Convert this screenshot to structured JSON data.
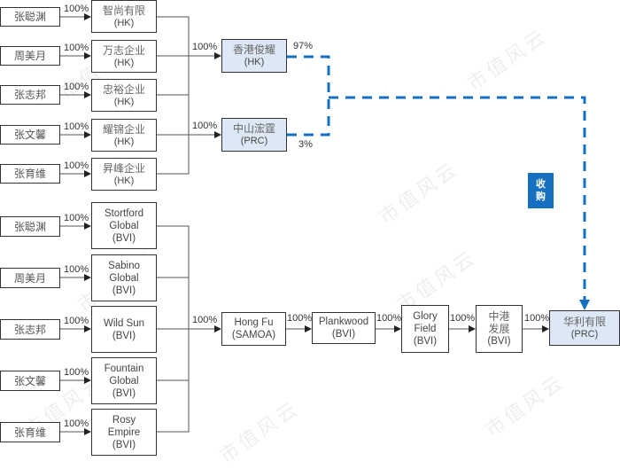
{
  "colors": {
    "line": "#555555",
    "box_border": "#333333",
    "highlight_fill": "#dce8f5",
    "accent": "#1570c0",
    "badge_bg": "#1570c0",
    "badge_text": "#ffffff"
  },
  "upper_section": {
    "persons": [
      "张聪渊",
      "周美月",
      "张志邦",
      "张文馨",
      "张育维"
    ],
    "holdings": [
      {
        "cn": "智尚有限",
        "jur": "(HK)"
      },
      {
        "cn": "万志企业",
        "jur": "(HK)"
      },
      {
        "cn": "忠裕企业",
        "jur": "(HK)"
      },
      {
        "cn": "耀锦企业",
        "jur": "(HK)"
      },
      {
        "cn": "昇峰企业",
        "jur": "(HK)"
      }
    ],
    "person_pct": [
      "100%",
      "100%",
      "100%",
      "100%",
      "100%"
    ],
    "targets": [
      {
        "cn": "香港俊耀",
        "jur": "(HK)",
        "in_pct": "100%",
        "out_pct": "97%"
      },
      {
        "cn": "中山浤霆",
        "jur": "(PRC)",
        "in_pct": "100%",
        "out_pct": "3%"
      }
    ]
  },
  "lower_section": {
    "persons": [
      "张聪渊",
      "周美月",
      "张志邦",
      "张文馨",
      "张育维"
    ],
    "holdings": [
      {
        "l1": "Stortford",
        "l2": "Global",
        "jur": "(BVI)"
      },
      {
        "l1": "Sabino",
        "l2": "Global",
        "jur": "(BVI)"
      },
      {
        "l1": "Wild Sun",
        "l2": "",
        "jur": "(BVI)"
      },
      {
        "l1": "Fountain",
        "l2": "Global",
        "jur": "(BVI)"
      },
      {
        "l1": "Rosy",
        "l2": "Empire",
        "jur": "(BVI)"
      }
    ],
    "person_pct": [
      "100%",
      "100%",
      "100%",
      "100%",
      "100%"
    ],
    "bus_pct": "100%",
    "chain": [
      {
        "name": "Hong Fu",
        "jur": "(SAMOA)",
        "out_pct": "100%"
      },
      {
        "name": "Plankwood",
        "jur": "(BVI)",
        "out_pct": "100%"
      },
      {
        "l1": "Glory",
        "l2": "Field",
        "jur": "(BVI)",
        "out_pct": "100%"
      },
      {
        "l1": "中港",
        "l2": "发展",
        "jur": "(BVI)",
        "out_pct": "100%"
      }
    ],
    "final": {
      "cn": "华利有限",
      "jur": "(PRC)"
    }
  },
  "acquisition_badge": {
    "l1": "收",
    "l2": "购"
  },
  "watermark": "市值风云"
}
